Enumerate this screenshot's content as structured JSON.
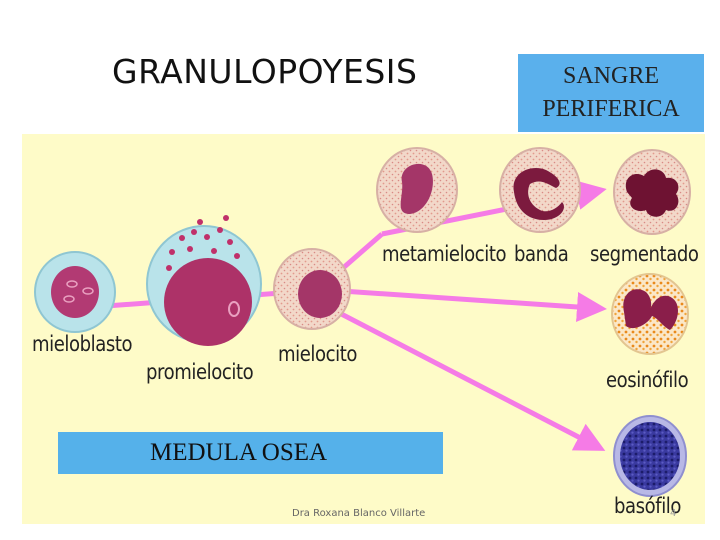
{
  "slide": {
    "title": "GRANULOPOYESIS",
    "blood_label_line1": "SANGRE",
    "blood_label_line2": "PERIFERICA",
    "marrow_label": "MEDULA OSEA",
    "credit": "Dra Roxana Blanco Villarte",
    "page_number": "4"
  },
  "cells": {
    "mieloblasto": "mieloblasto",
    "promielocito": "promielocito",
    "mielocito": "mielocito",
    "metamielocito": "metamielocito",
    "banda": "banda",
    "segmentado": "segmentado",
    "eosinofilo": "eosinófilo",
    "basofilo": "basófilo"
  },
  "colors": {
    "panel": "#fefbc8",
    "blue_box": "#55b1ea",
    "arrow": "#f57be6",
    "membrane": "#b9e3ea",
    "cytoplasm": "#f3cfbf",
    "nucleus": "#a43668",
    "nucleus_dark": "#7c1a3e",
    "basophil": "#2b2a8a",
    "eosin_granule": "#e98a1c"
  }
}
